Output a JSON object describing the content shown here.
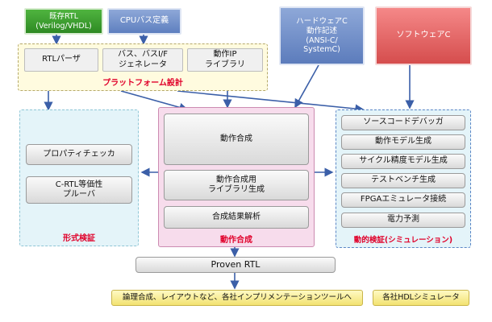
{
  "inputs": {
    "rtl": "既存RTL\n(Verilog/VHDL)",
    "cpu_bus": "CPUバス定義",
    "hw_c": "ハードウェアC\n動作記述\n(ANSI-C/\nSystemC)",
    "sw_c": "ソフトウェアC"
  },
  "platform": {
    "title": "プラットフォーム設計",
    "tools": [
      "RTLパーザ",
      "バス、バスI/F\nジェネレータ",
      "動作IP\nライブラリ"
    ]
  },
  "formal": {
    "title": "形式検証",
    "tools": [
      "プロパティチェッカ",
      "C-RTL等価性\nプルーバ"
    ]
  },
  "synthesis": {
    "title": "動作合成",
    "tools": [
      "動作合成",
      "動作合成用\nライブラリ生成",
      "合成結果解析"
    ]
  },
  "dynamic": {
    "title": "動的検証(シミュレーション)",
    "tools": [
      "ソースコードデバッガ",
      "動作モデル生成",
      "サイクル精度モデル生成",
      "テストベンチ生成",
      "FPGAエミュレータ接続",
      "電力予測"
    ]
  },
  "proven_rtl": "Proven RTL",
  "outputs": [
    "論理合成、レイアウトなど、各社インプリメンテーションツールへ",
    "各社HDLシミュレータ"
  ]
}
